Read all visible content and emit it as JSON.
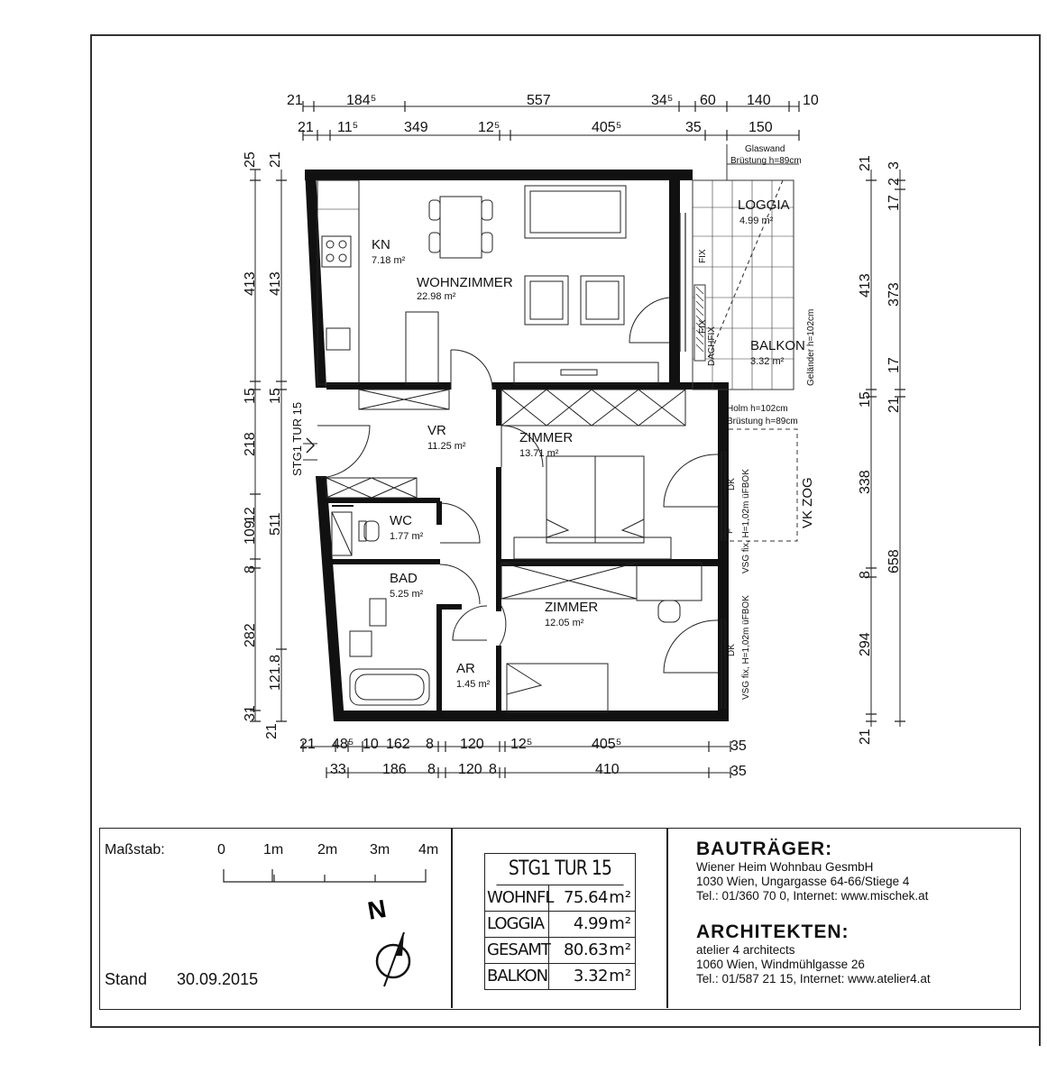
{
  "rooms": {
    "kn": {
      "name": "KN",
      "area": "7.18 m²"
    },
    "wohnzimmer": {
      "name": "WOHNZIMMER",
      "area": "22.98 m²"
    },
    "loggia": {
      "name": "LOGGIA",
      "area": "4.99 m²"
    },
    "balkon": {
      "name": "BALKON",
      "area": "3.32 m²"
    },
    "vr": {
      "name": "VR",
      "area": "11.25 m²"
    },
    "zimmer1": {
      "name": "ZIMMER",
      "area": "13.71 m²"
    },
    "wc": {
      "name": "WC",
      "area": "1.77 m²"
    },
    "bad": {
      "name": "BAD",
      "area": "5.25 m²"
    },
    "zimmer2": {
      "name": "ZIMMER",
      "area": "12.05 m²"
    },
    "ar": {
      "name": "AR",
      "area": "1.45 m²"
    }
  },
  "entrance_label": "STG1 TUR 15",
  "notes": {
    "glaswand": "Glaswand",
    "bruestung_top": "Brüstung h=89cm",
    "gelaender": "Geländer h=102cm",
    "holm": "Holm h=102cm",
    "bruestung_mid": "Brüstung h=89cm",
    "vk_zog": "VK ZOG",
    "dk1": "DK",
    "dk1_note": "VSG fix, H=1,02m üFBOK",
    "dk2": "DK",
    "dk2_note": "VSG fix, H=1,02m üFBOK",
    "fix1": "FIX",
    "fix2": "FIX",
    "dachfix": "DACHFIX",
    "f": "F"
  },
  "dimensions": {
    "top1": [
      "21",
      "184⁵",
      "557",
      "34⁵",
      "60",
      "140",
      "10"
    ],
    "top2": [
      "21",
      "11⁵",
      "349",
      "12⁵",
      "405⁵",
      "35",
      "150"
    ],
    "left1": [
      "25",
      "413",
      "15",
      "218",
      "109",
      "12",
      "8",
      "282",
      "31"
    ],
    "left2": [
      "21",
      "413",
      "15",
      "511",
      "121.8",
      "21"
    ],
    "right1": [
      "21",
      "413",
      "15",
      "338",
      "8",
      "294",
      "21"
    ],
    "right2": [
      "17",
      "2",
      "3",
      "373",
      "17",
      "21",
      "658"
    ],
    "bottom1": [
      "21",
      "48⁵",
      "10",
      "162",
      "8",
      "120",
      "12⁵",
      "405⁵",
      "35"
    ],
    "bottom2": [
      "33",
      "186",
      "8",
      "120",
      "8",
      "410",
      "35"
    ]
  },
  "scale": {
    "label": "Maßstab:",
    "ticks": [
      "0",
      "1m",
      "2m",
      "3m",
      "4m"
    ],
    "north": "N"
  },
  "stand": {
    "label": "Stand",
    "date": "30.09.2015"
  },
  "areas": {
    "title": "STG1 TUR 15",
    "rows": [
      {
        "key": "WOHNFL",
        "value": "75.64",
        "unit": "m²"
      },
      {
        "key": "LOGGIA",
        "value": "4.99",
        "unit": "m²"
      },
      {
        "key": "GESAMT",
        "value": "80.63",
        "unit": "m²"
      },
      {
        "key": "BALKON",
        "value": "3.32",
        "unit": "m²"
      }
    ]
  },
  "bautraeger": {
    "heading": "BAUTRÄGER:",
    "line1": "Wiener Heim Wohnbau GesmbH",
    "line2": "1030 Wien, Ungargasse 64-66/Stiege 4",
    "line3": "Tel.: 01/360 70 0, Internet: www.mischek.at"
  },
  "architekten": {
    "heading": "ARCHITEKTEN:",
    "line1": "atelier 4 architects",
    "line2": "1060 Wien, Windmühlgasse 26",
    "line3": "Tel.: 01/587 21 15, Internet: www.atelier4.at"
  }
}
